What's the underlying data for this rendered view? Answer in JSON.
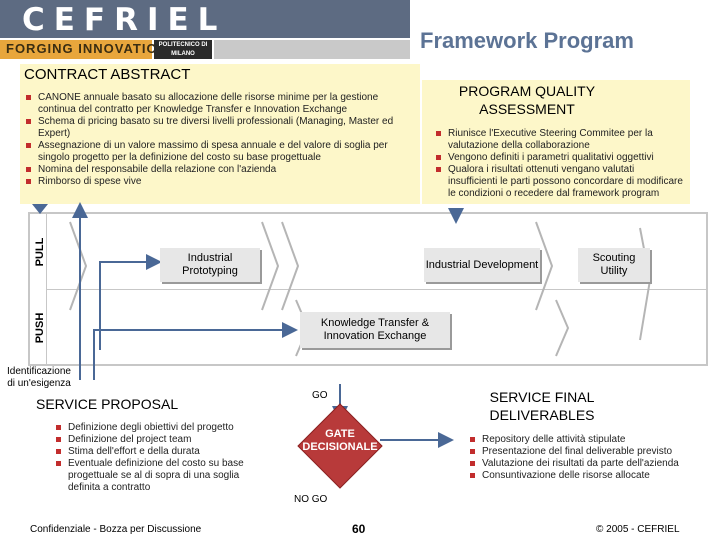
{
  "header": {
    "logo": "CEFRIEL",
    "tagline": "FORGING INNOVATION",
    "polimi": "POLITECNICO DI MILANO",
    "title": "Framework Program"
  },
  "contract": {
    "heading": "CONTRACT ABSTRACT",
    "items": [
      "CANONE annuale basato su allocazione delle risorse minime per la gestione continua del contratto per Knowledge Transfer e Innovation Exchange",
      "Schema di pricing basato su tre diversi livelli professionali (Managing, Master ed Expert)",
      "Assegnazione di un valore massimo di spesa annuale e del valore di soglia per singolo progetto per la definizione del costo su base progettuale",
      "Nomina del responsabile della relazione con l'azienda",
      "Rimborso di spese vive"
    ]
  },
  "quality": {
    "heading": "PROGRAM QUALITY ASSESSMENT",
    "items": [
      "Riunisce l'Executive Steering Commitee per la valutazione della collaborazione",
      "Vengono definiti i parametri qualitativi oggettivi",
      "Qualora i risultati ottenuti vengano valutati insufficienti le parti possono concordare di modificare le condizioni o recedere dal framework program"
    ]
  },
  "band": {
    "pull": "PULL",
    "push": "PUSH",
    "industrial_prototyping": "Industrial Prototyping",
    "industrial_development": "Industrial Development",
    "scouting_utility": "Scouting Utility",
    "knowledge_transfer": "Knowledge Transfer & Innovation Exchange"
  },
  "identification": "Identificazione di un'esigenza",
  "proposal": {
    "heading": "SERVICE PROPOSAL",
    "items": [
      "Definizione degli obiettivi del progetto",
      "Definizione del project team",
      "Stima dell'effort e della durata",
      "Eventuale definizione del costo su base progettuale se al di sopra di una soglia definita a contratto"
    ]
  },
  "gate": {
    "label": "GATE DECISIONALE",
    "go": "GO",
    "nogo": "NO GO"
  },
  "final": {
    "heading": "SERVICE FINAL DELIVERABLES",
    "items": [
      "Repository delle attività stipulate",
      "Presentazione del final deliverable previsto",
      "Valutazione dei risultati da parte dell'azienda",
      "Consuntivazione delle risorse allocate"
    ]
  },
  "footer": {
    "left": "Confidenziale - Bozza per Discussione",
    "page": "60",
    "right": "© 2005 - CEFRIEL"
  },
  "colors": {
    "accent_title": "#5c7395",
    "bullet": "#c22d2d",
    "panel": "#fdf7c9",
    "gate": "#b83a3a",
    "logo_band": "#5d6b82",
    "tagline_band": "#e8a63c"
  }
}
